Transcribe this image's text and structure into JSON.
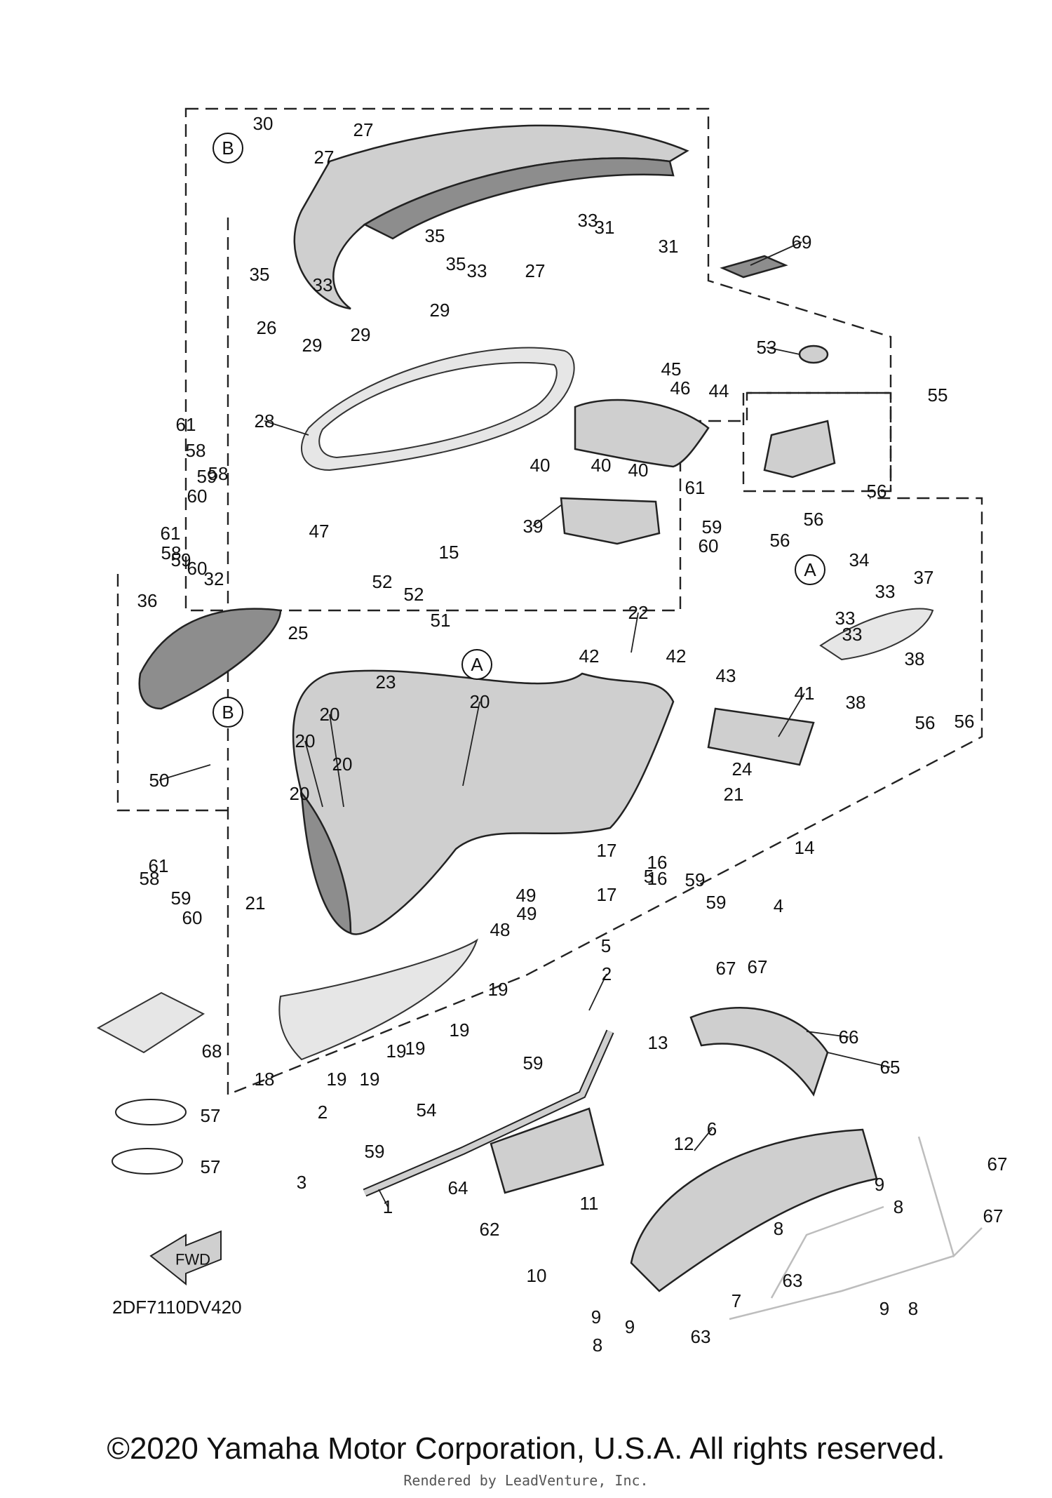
{
  "diagram": {
    "code": "2DF7110DV420",
    "fwd_label": "FWD",
    "callouts": [
      {
        "text": "1"
      },
      {
        "text": "2"
      },
      {
        "text": "2"
      },
      {
        "text": "3"
      },
      {
        "text": "4"
      },
      {
        "text": "5"
      },
      {
        "text": "5"
      },
      {
        "text": "6"
      },
      {
        "text": "7"
      },
      {
        "text": "8"
      },
      {
        "text": "8"
      },
      {
        "text": "8"
      },
      {
        "text": "8"
      },
      {
        "text": "9"
      },
      {
        "text": "9"
      },
      {
        "text": "9"
      },
      {
        "text": "9"
      },
      {
        "text": "10"
      },
      {
        "text": "11"
      },
      {
        "text": "12"
      },
      {
        "text": "13"
      },
      {
        "text": "14"
      },
      {
        "text": "15"
      },
      {
        "text": "16"
      },
      {
        "text": "16"
      },
      {
        "text": "17"
      },
      {
        "text": "17"
      },
      {
        "text": "18"
      },
      {
        "text": "19"
      },
      {
        "text": "19"
      },
      {
        "text": "19"
      },
      {
        "text": "19"
      },
      {
        "text": "19"
      },
      {
        "text": "19"
      },
      {
        "text": "20"
      },
      {
        "text": "20"
      },
      {
        "text": "20"
      },
      {
        "text": "20"
      },
      {
        "text": "20"
      },
      {
        "text": "21"
      },
      {
        "text": "21"
      },
      {
        "text": "22"
      },
      {
        "text": "23"
      },
      {
        "text": "24"
      },
      {
        "text": "25"
      },
      {
        "text": "26"
      },
      {
        "text": "27"
      },
      {
        "text": "27"
      },
      {
        "text": "27"
      },
      {
        "text": "28"
      },
      {
        "text": "29"
      },
      {
        "text": "29"
      },
      {
        "text": "29"
      },
      {
        "text": "30"
      },
      {
        "text": "31"
      },
      {
        "text": "31"
      },
      {
        "text": "32"
      },
      {
        "text": "33"
      },
      {
        "text": "33"
      },
      {
        "text": "33"
      },
      {
        "text": "33"
      },
      {
        "text": "33"
      },
      {
        "text": "33"
      },
      {
        "text": "34"
      },
      {
        "text": "35"
      },
      {
        "text": "35"
      },
      {
        "text": "35"
      },
      {
        "text": "36"
      },
      {
        "text": "37"
      },
      {
        "text": "38"
      },
      {
        "text": "38"
      },
      {
        "text": "39"
      },
      {
        "text": "40"
      },
      {
        "text": "40"
      },
      {
        "text": "40"
      },
      {
        "text": "41"
      },
      {
        "text": "42"
      },
      {
        "text": "42"
      },
      {
        "text": "43"
      },
      {
        "text": "44"
      },
      {
        "text": "45"
      },
      {
        "text": "46"
      },
      {
        "text": "47"
      },
      {
        "text": "48"
      },
      {
        "text": "49"
      },
      {
        "text": "49"
      },
      {
        "text": "50"
      },
      {
        "text": "51"
      },
      {
        "text": "52"
      },
      {
        "text": "52"
      },
      {
        "text": "53"
      },
      {
        "text": "54"
      },
      {
        "text": "55"
      },
      {
        "text": "56"
      },
      {
        "text": "56"
      },
      {
        "text": "56"
      },
      {
        "text": "56"
      },
      {
        "text": "56"
      },
      {
        "text": "57"
      },
      {
        "text": "57"
      },
      {
        "text": "58"
      },
      {
        "text": "58"
      },
      {
        "text": "58"
      },
      {
        "text": "58"
      },
      {
        "text": "59"
      },
      {
        "text": "59"
      },
      {
        "text": "59"
      },
      {
        "text": "59"
      },
      {
        "text": "59"
      },
      {
        "text": "59"
      },
      {
        "text": "59"
      },
      {
        "text": "59"
      },
      {
        "text": "60"
      },
      {
        "text": "60"
      },
      {
        "text": "60"
      },
      {
        "text": "60"
      },
      {
        "text": "61"
      },
      {
        "text": "61"
      },
      {
        "text": "61"
      },
      {
        "text": "61"
      },
      {
        "text": "62"
      },
      {
        "text": "63"
      },
      {
        "text": "63"
      },
      {
        "text": "64"
      },
      {
        "text": "65"
      },
      {
        "text": "66"
      },
      {
        "text": "67"
      },
      {
        "text": "67"
      },
      {
        "text": "67"
      },
      {
        "text": "67"
      },
      {
        "text": "68"
      },
      {
        "text": "69"
      }
    ],
    "circled_refs": [
      {
        "text": "A"
      },
      {
        "text": "A"
      },
      {
        "text": "B"
      },
      {
        "text": "B"
      }
    ]
  },
  "footer": {
    "copyright": "©2020 Yamaha Motor Corporation, U.S.A. All rights reserved.",
    "rendered_by": "Rendered by LeadVenture, Inc."
  }
}
